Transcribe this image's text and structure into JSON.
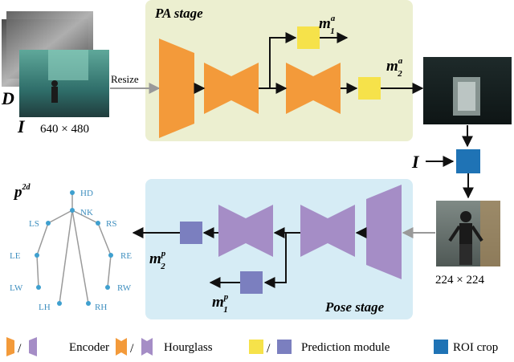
{
  "labels": {
    "pa_stage": "PA stage",
    "pose_stage": "Pose stage",
    "depth_symbol": "D",
    "image_symbol": "I",
    "input_size": "640 × 480",
    "resize": "Resize",
    "m1a_base": "m",
    "m1a_sup": "a",
    "m1a_sub": "1",
    "m2a_base": "m",
    "m2a_sup": "a",
    "m2a_sub": "2",
    "m1p_base": "m",
    "m1p_sup": "p",
    "m1p_sub": "1",
    "m2p_base": "m",
    "m2p_sup": "p",
    "m2p_sub": "2",
    "roi_input_symbol": "I",
    "crop_size": "224 × 224",
    "pose_base": "p",
    "pose_sup": "2d"
  },
  "skeleton": {
    "joints": [
      "HD",
      "NK",
      "LS",
      "RS",
      "LE",
      "RE",
      "LW",
      "RW",
      "LH",
      "RH"
    ]
  },
  "legend": {
    "encoder": "Encoder",
    "hourglass": "Hourglass",
    "prediction": "Prediction module",
    "roi": "ROI crop",
    "slash": "/"
  },
  "colors": {
    "pa_bg": "#ecefd0",
    "pose_bg": "#d6ecf5",
    "orange": "#f39a3a",
    "purple": "#a58dc6",
    "yellow": "#f6e24a",
    "slate": "#7b7fbf",
    "roi_blue": "#1f73b5",
    "joint": "#3fa0cf",
    "label_blue": "#3f8fbf"
  }
}
